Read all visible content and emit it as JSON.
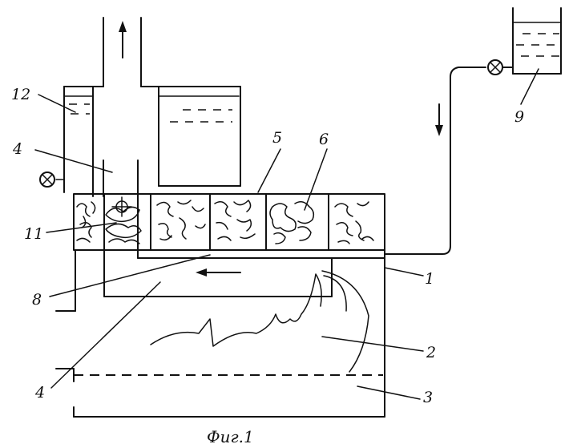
{
  "figure": {
    "caption": "Фиг.1"
  },
  "labels": [
    {
      "id": "1",
      "text": "1"
    },
    {
      "id": "2",
      "text": "2"
    },
    {
      "id": "3",
      "text": "3"
    },
    {
      "id": "4a",
      "text": "4"
    },
    {
      "id": "4b",
      "text": "4"
    },
    {
      "id": "5",
      "text": "5"
    },
    {
      "id": "6",
      "text": "6"
    },
    {
      "id": "8",
      "text": "8"
    },
    {
      "id": "9",
      "text": "9"
    },
    {
      "id": "11",
      "text": "11"
    },
    {
      "id": "12",
      "text": "12"
    }
  ]
}
